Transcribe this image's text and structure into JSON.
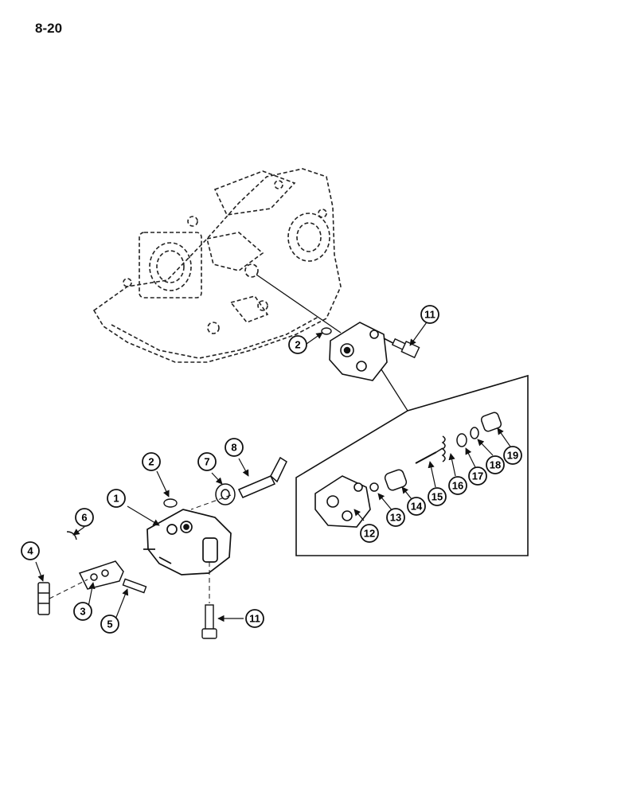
{
  "page": {
    "number": "8-20"
  },
  "callouts": [
    {
      "id": "c-1",
      "label": "1"
    },
    {
      "id": "c-2a",
      "label": "2"
    },
    {
      "id": "c-2b",
      "label": "2"
    },
    {
      "id": "c-3",
      "label": "3"
    },
    {
      "id": "c-4",
      "label": "4"
    },
    {
      "id": "c-5",
      "label": "5"
    },
    {
      "id": "c-6",
      "label": "6"
    },
    {
      "id": "c-7",
      "label": "7"
    },
    {
      "id": "c-8",
      "label": "8"
    },
    {
      "id": "c-11a",
      "label": "11"
    },
    {
      "id": "c-11b",
      "label": "11"
    },
    {
      "id": "c-12",
      "label": "12"
    },
    {
      "id": "c-13",
      "label": "13"
    },
    {
      "id": "c-14",
      "label": "14"
    },
    {
      "id": "c-15",
      "label": "15"
    },
    {
      "id": "c-16",
      "label": "16"
    },
    {
      "id": "c-17",
      "label": "17"
    },
    {
      "id": "c-18",
      "label": "18"
    },
    {
      "id": "c-19",
      "label": "19"
    }
  ]
}
